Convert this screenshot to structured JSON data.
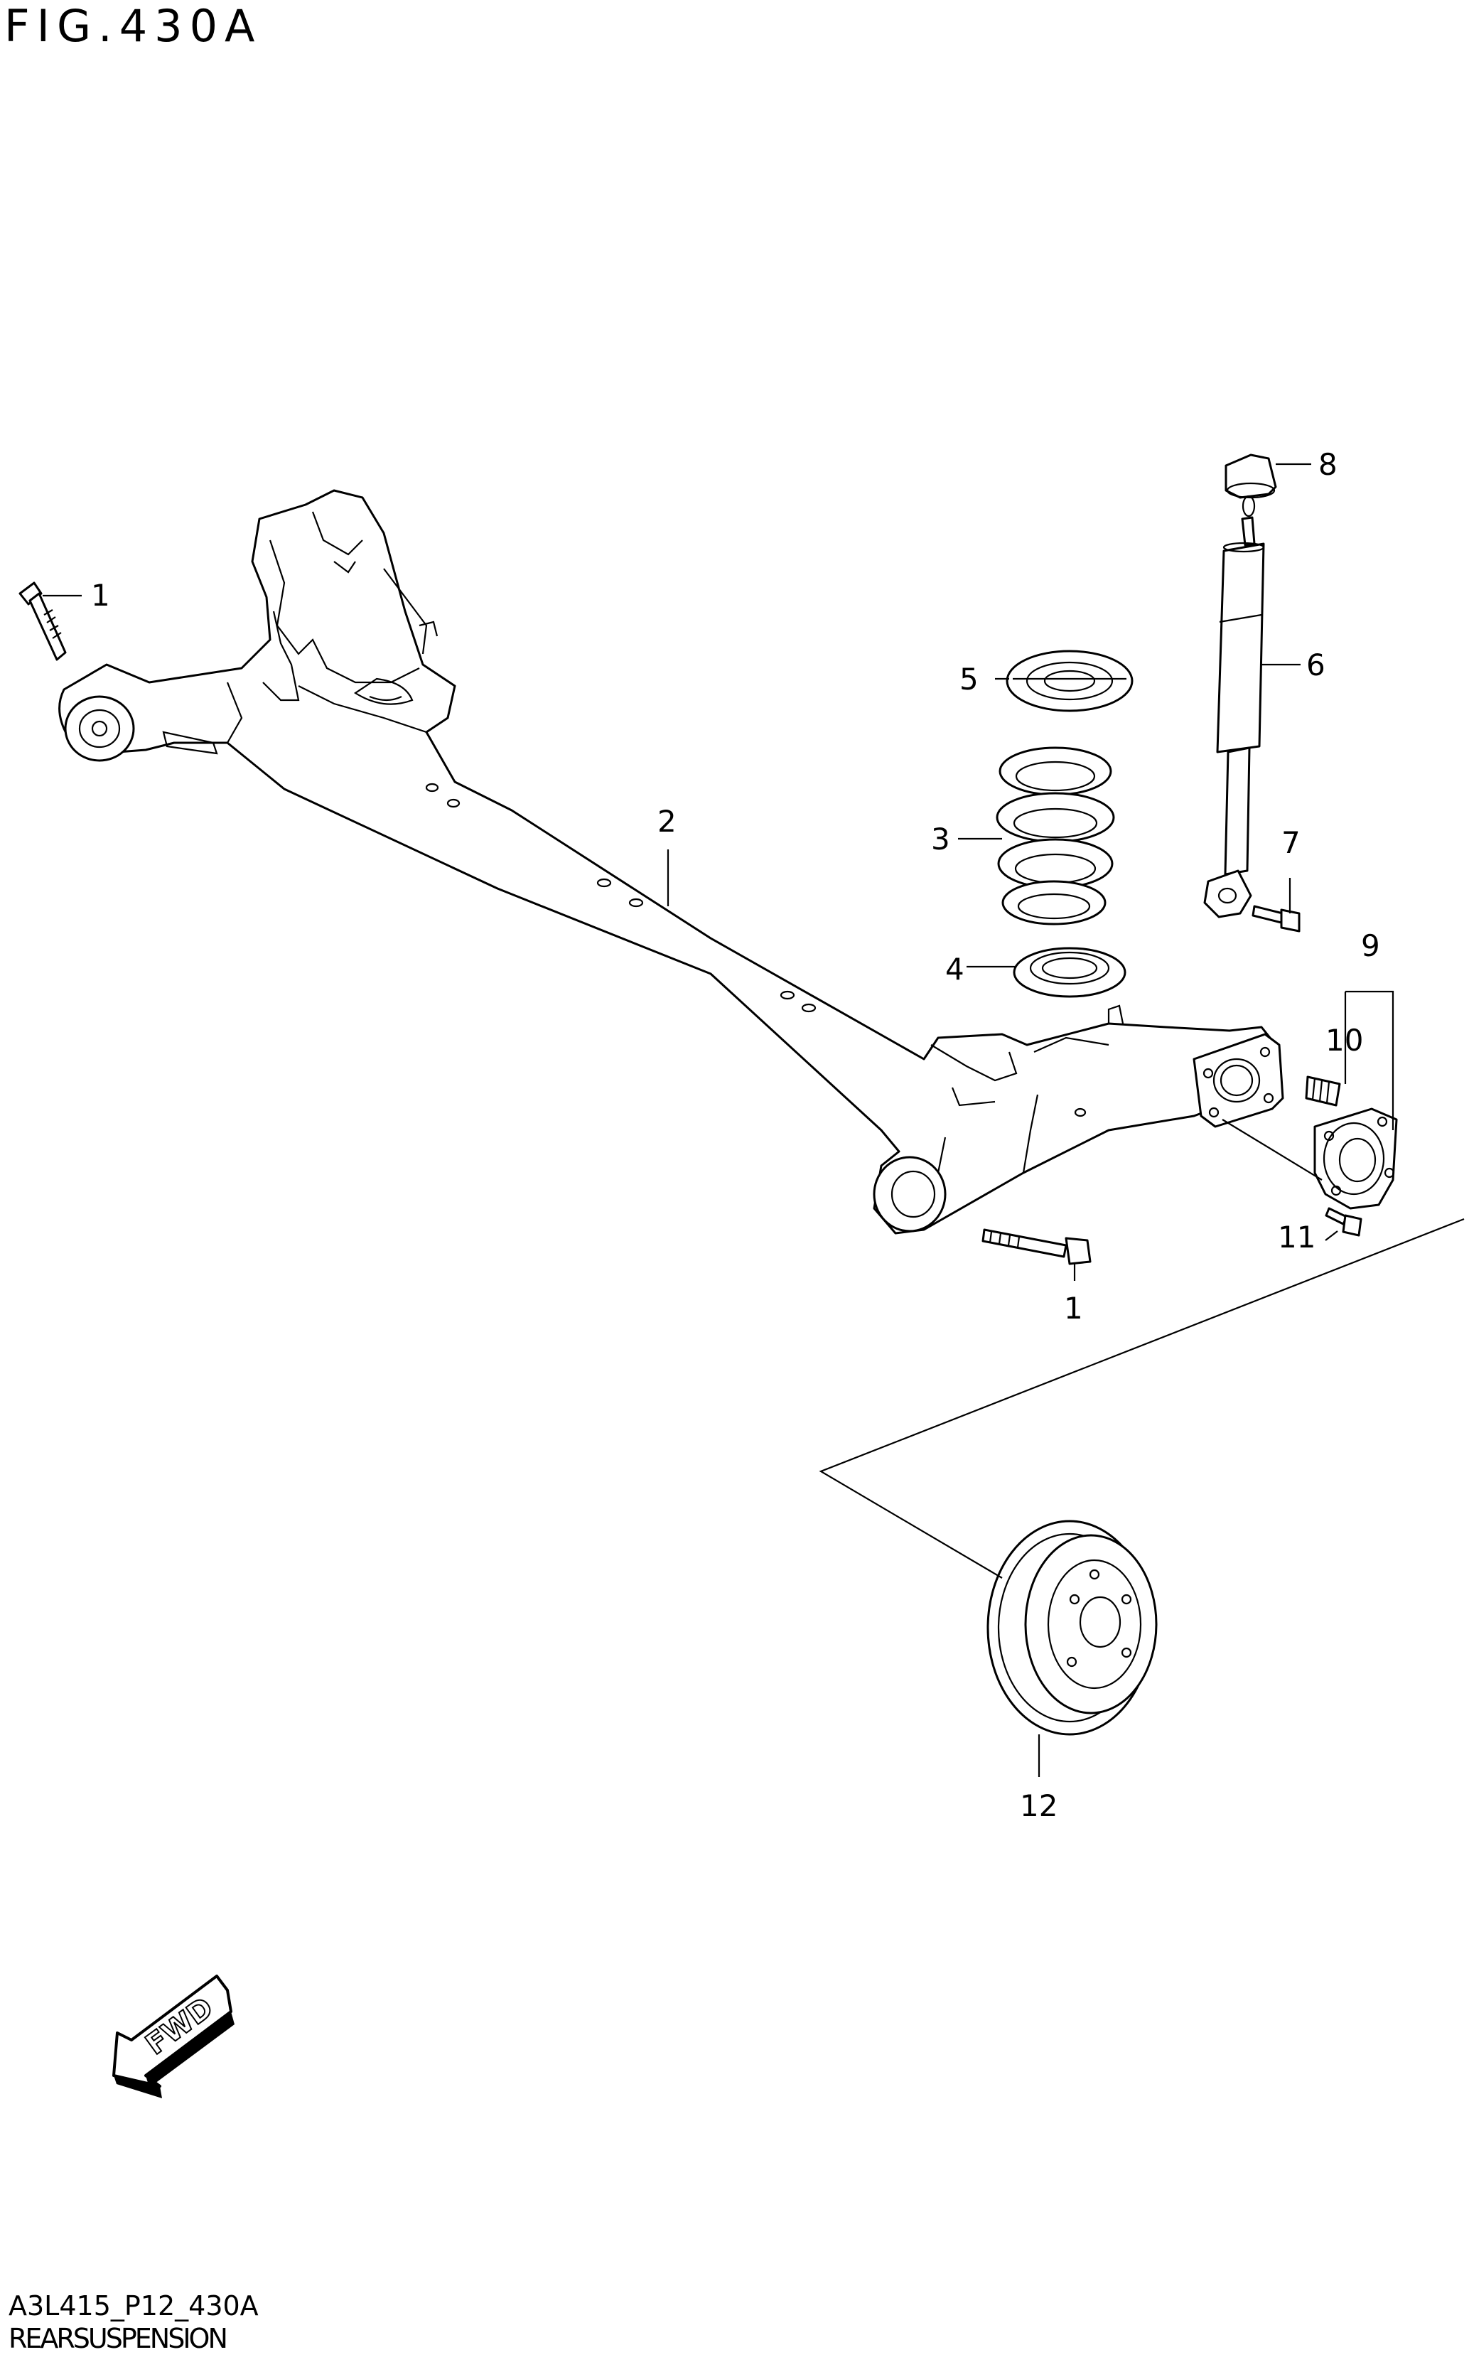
{
  "figure": {
    "title": "FIG.430A"
  },
  "callouts": [
    {
      "id": "1a",
      "number": "1"
    },
    {
      "id": "2",
      "number": "2"
    },
    {
      "id": "3",
      "number": "3"
    },
    {
      "id": "4",
      "number": "4"
    },
    {
      "id": "5",
      "number": "5"
    },
    {
      "id": "6",
      "number": "6"
    },
    {
      "id": "7",
      "number": "7"
    },
    {
      "id": "8",
      "number": "8"
    },
    {
      "id": "9",
      "number": "9"
    },
    {
      "id": "10",
      "number": "10"
    },
    {
      "id": "11",
      "number": "11"
    },
    {
      "id": "1b",
      "number": "1"
    },
    {
      "id": "12",
      "number": "12"
    }
  ],
  "fwd_arrow": {
    "label": "FWD"
  },
  "footer": {
    "code": "A3L415_P12_430A",
    "name": "REARSUSPENSION"
  },
  "parts": {
    "bolt_left": "bolt-icon",
    "axle_beam": "rear-axle-beam",
    "coil_spring": "coil-spring",
    "spring_seat_lower": "spring-seat",
    "spring_seat_upper": "spring-seat",
    "shock_absorber": "shock-absorber",
    "shock_bolt": "bolt-icon",
    "bump_stop": "bump-stopper",
    "hub_assembly": "wheel-hub",
    "hub_bolt_small": "bolt-icon",
    "hub_bolt": "bolt-icon",
    "bolt_right": "bolt-icon",
    "brake_drum": "brake-drum"
  }
}
